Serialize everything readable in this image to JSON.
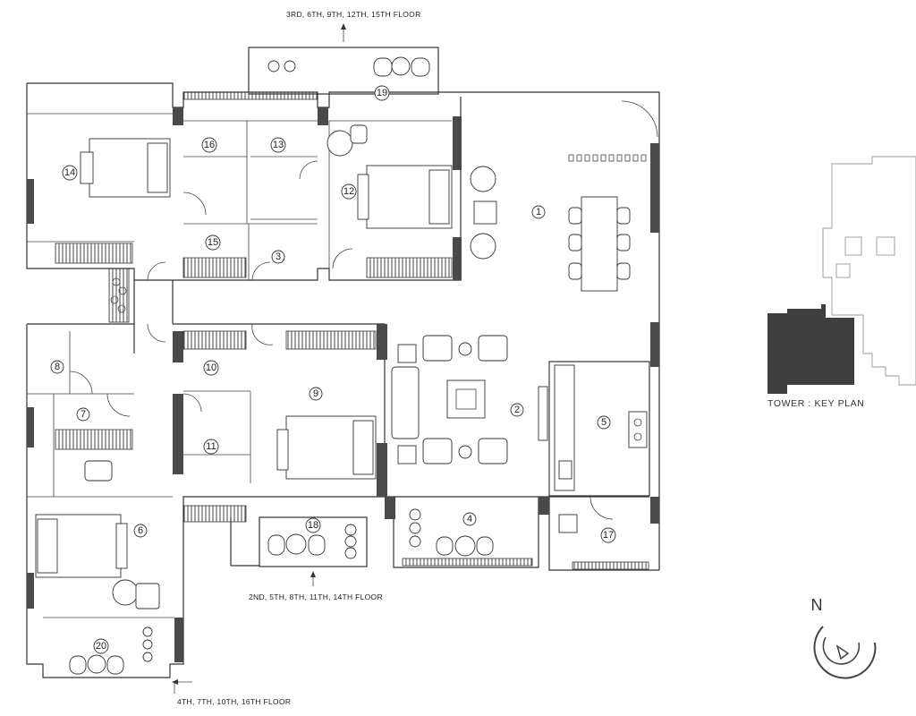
{
  "labels": {
    "floor_top": "3RD, 6TH, 9TH, 12TH, 15TH  FLOOR",
    "floor_middle": "2ND, 5TH, 8TH, 11TH, 14TH  FLOOR",
    "floor_bottom": "4TH, 7TH, 10TH, 16TH  FLOOR",
    "key_plan": "TOWER  : KEY PLAN",
    "north": "N"
  },
  "rooms": [
    "1",
    "2",
    "3",
    "4",
    "5",
    "6",
    "7",
    "8",
    "9",
    "10",
    "11",
    "12",
    "13",
    "14",
    "15",
    "16",
    "17",
    "18",
    "19",
    "20"
  ]
}
